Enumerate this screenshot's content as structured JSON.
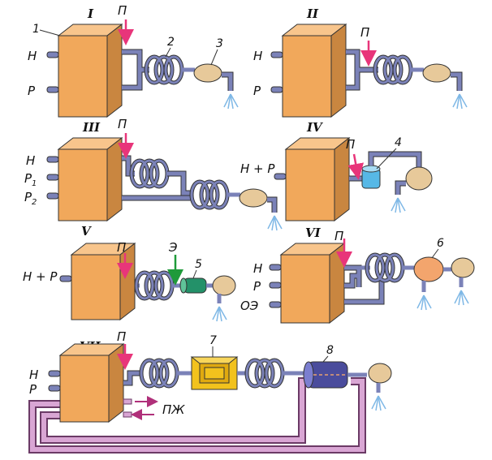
{
  "title": "",
  "colors": {
    "box_front": "#f1a85b",
    "box_top": "#f8c58c",
    "box_side": "#c98640",
    "pipe": "#7b82b8",
    "pipe_light": "#c9cdf0",
    "nozzle": "#e7c99a",
    "arrow_p": "#e8357a",
    "arrow_e": "#1f9a3a",
    "filter_4": "#57b8e6",
    "unit_5": "#239169",
    "unit_6": "#f3a56d",
    "unit_7": "#f2c21d",
    "unit_8": "#4a4c9c",
    "return_pipe": "#d9a6d4"
  },
  "panels": [
    {
      "roman": "I",
      "inputs": [
        "Н",
        "Р"
      ],
      "p": "П"
    },
    {
      "roman": "II",
      "inputs": [
        "Н",
        "Р"
      ],
      "p": "П"
    },
    {
      "roman": "III",
      "inputs": [
        "Н",
        "Р",
        "Р"
      ],
      "input_subs": [
        "",
        "1",
        "2"
      ],
      "p": "П"
    },
    {
      "roman": "IV",
      "inputs": [
        "Н + Р"
      ],
      "p": "П"
    },
    {
      "roman": "V",
      "inputs": [
        "Н + Р"
      ],
      "p": "П",
      "e": "Э"
    },
    {
      "roman": "VI",
      "inputs": [
        "Н",
        "Р",
        "ОЭ"
      ],
      "p": "П"
    },
    {
      "roman": "VII",
      "inputs": [
        "Н",
        "Р"
      ],
      "p": "П",
      "pzh": "ПЖ"
    }
  ],
  "callouts": [
    "1",
    "2",
    "3",
    "4",
    "5",
    "6",
    "7",
    "8"
  ]
}
